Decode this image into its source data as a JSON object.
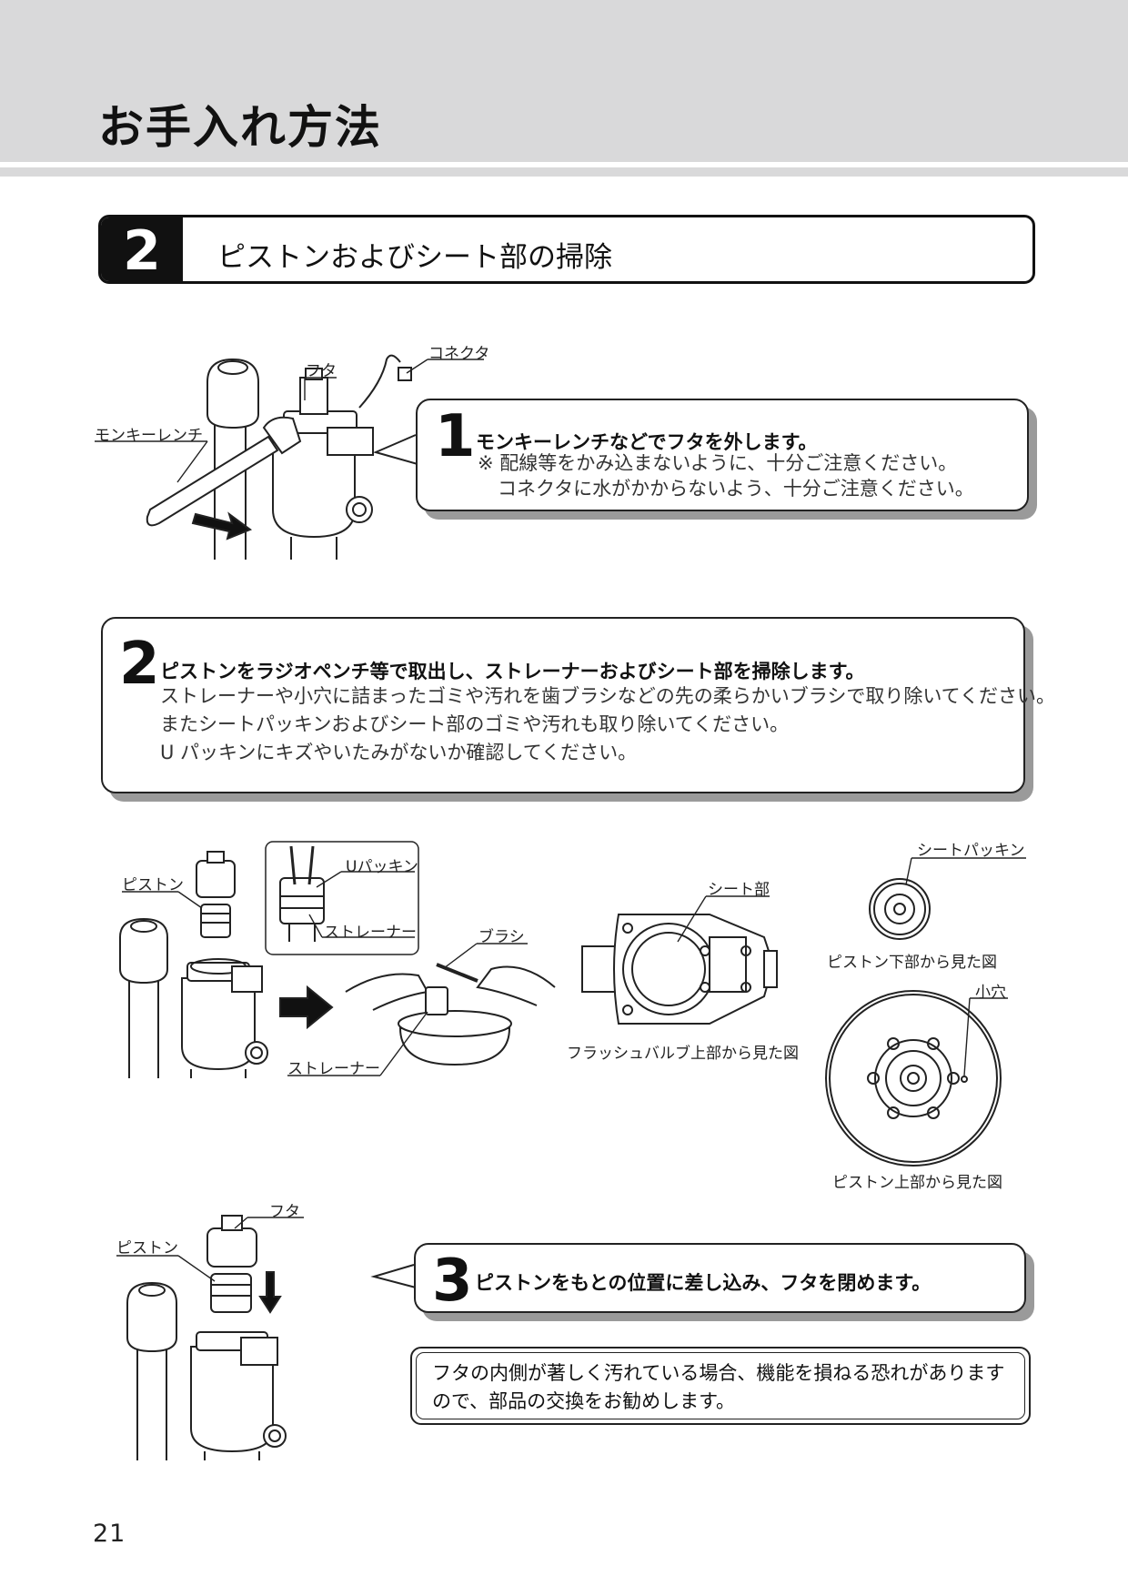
{
  "page": {
    "title": "お手入れ方法",
    "page_number": "21"
  },
  "section": {
    "number": "2",
    "title": "ピストンおよびシート部の掃除"
  },
  "steps": [
    {
      "number": "1",
      "heading": "モンキーレンチなどでフタを外します。",
      "lines": [
        "※ 配線等をかみ込まないように、十分ご注意ください。",
        "コネクタに水がかからないよう、十分ご注意ください。"
      ]
    },
    {
      "number": "2",
      "heading": "ピストンをラジオペンチ等で取出し、ストレーナーおよびシート部を掃除します。",
      "lines": [
        "ストレーナーや小穴に詰まったゴミや汚れを歯ブラシなどの先の柔らかいブラシで取り除いてください。",
        "またシートパッキンおよびシート部のゴミや汚れも取り除いてください。",
        "U パッキンにキズやいたみがないか確認してください。"
      ]
    },
    {
      "number": "3",
      "heading": "ピストンをもとの位置に差し込み、フタを閉めます。"
    }
  ],
  "notice": {
    "lines": [
      "フタの内側が著しく汚れている場合、機能を損ねる恐れがあります",
      "ので、部品の交換をお勧めします。"
    ]
  },
  "labels": {
    "fig1": {
      "cover": "フタ",
      "connector": "コネクタ",
      "wrench": "モンキーレンチ"
    },
    "fig2": {
      "piston": "ピストン",
      "u_packing": "Uパッキン",
      "strainer_inset": "ストレーナー",
      "brush": "ブラシ",
      "strainer": "ストレーナー",
      "seat": "シート部",
      "valve_caption": "フラッシュバルブ上部から見た図",
      "seat_packing": "シートパッキン",
      "piston_bottom_caption": "ピストン下部から見た図",
      "small_hole": "小穴",
      "piston_top_caption": "ピストン上部から見た図"
    },
    "fig3": {
      "cover": "フタ",
      "piston": "ピストン"
    }
  }
}
